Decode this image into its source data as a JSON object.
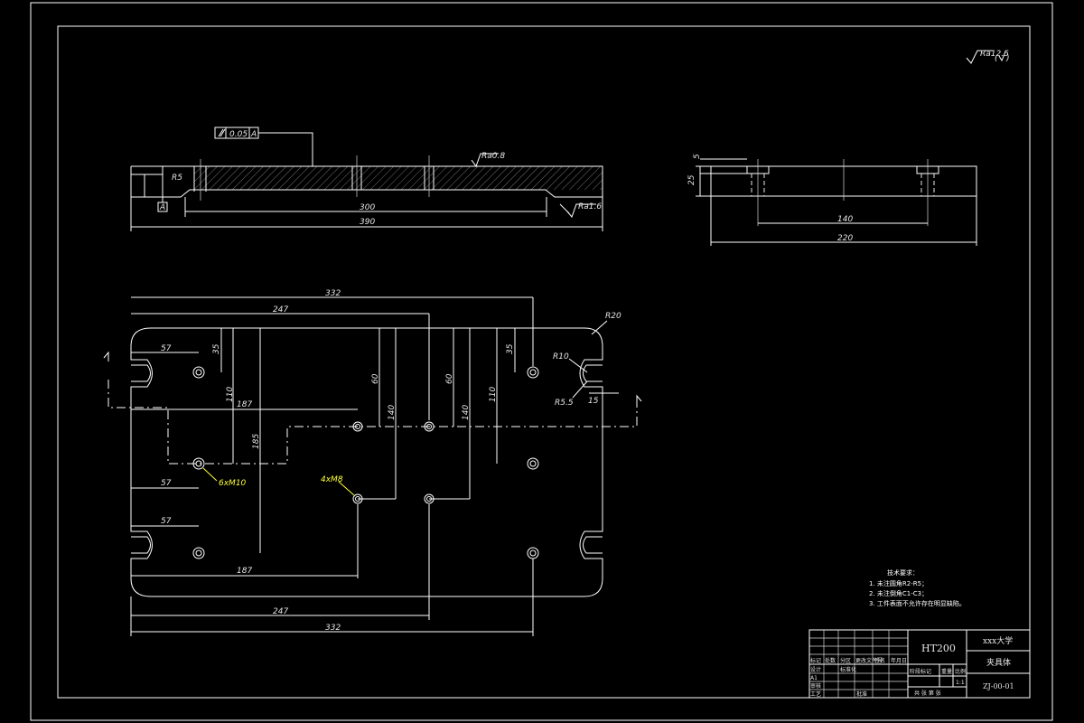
{
  "roughness_global": "Ra12.5",
  "top_view": {
    "parallel_tol": {
      "value": "0.05",
      "datum": "A"
    },
    "datum": "A",
    "radius": "R5",
    "roughness_top": "Ra0.8",
    "roughness_bottom": "Ra1.6",
    "dim_inner": "300",
    "dim_overall": "390"
  },
  "side_view": {
    "dim_5": "5",
    "dim_25": "25",
    "dim_140": "140",
    "dim_220": "220"
  },
  "plan_view": {
    "dim_332_top": "332",
    "dim_247_top": "247",
    "dim_57_a": "57",
    "dim_57_b": "57",
    "dim_57_c": "57",
    "dim_35_left": "35",
    "dim_35_right": "35",
    "dim_110_left": "110",
    "dim_110_right": "110",
    "dim_187_a": "187",
    "dim_187_b": "187",
    "dim_185": "185",
    "dim_60_a": "60",
    "dim_60_b": "60",
    "dim_140_a": "140",
    "dim_140_b": "140",
    "r20": "R20",
    "r10": "R10",
    "r55": "R5.5",
    "dim_15": "15",
    "thread_6": "6xM10",
    "thread_4": "4xM8",
    "dim_247_bottom": "247",
    "dim_332_bottom": "332"
  },
  "tech_notes": {
    "title": "技术要求：",
    "items": [
      "1. 未注圆角R2-R5；",
      "2. 未注倒角C1-C3；",
      "3. 工件表面不允许存在明显缺陷。"
    ]
  },
  "title_block": {
    "material": "HT200",
    "school": "xxx大学",
    "part_name": "夹具体",
    "drawing_no": "ZJ-00-01",
    "headers": [
      "标记",
      "处数",
      "分区",
      "更改文件号",
      "签名",
      "年月日"
    ],
    "rows": [
      "设计",
      "审核",
      "工艺"
    ],
    "sub_labels": [
      "标准化",
      "批准"
    ],
    "stage_headers": [
      "阶段标记",
      "重量",
      "比例"
    ],
    "scale": "1:1",
    "sheet": "共  张  第  张",
    "row_a": "A1"
  },
  "colors": {
    "line": "#ffffff",
    "annotation": "#ffff33",
    "background": "#000000"
  }
}
